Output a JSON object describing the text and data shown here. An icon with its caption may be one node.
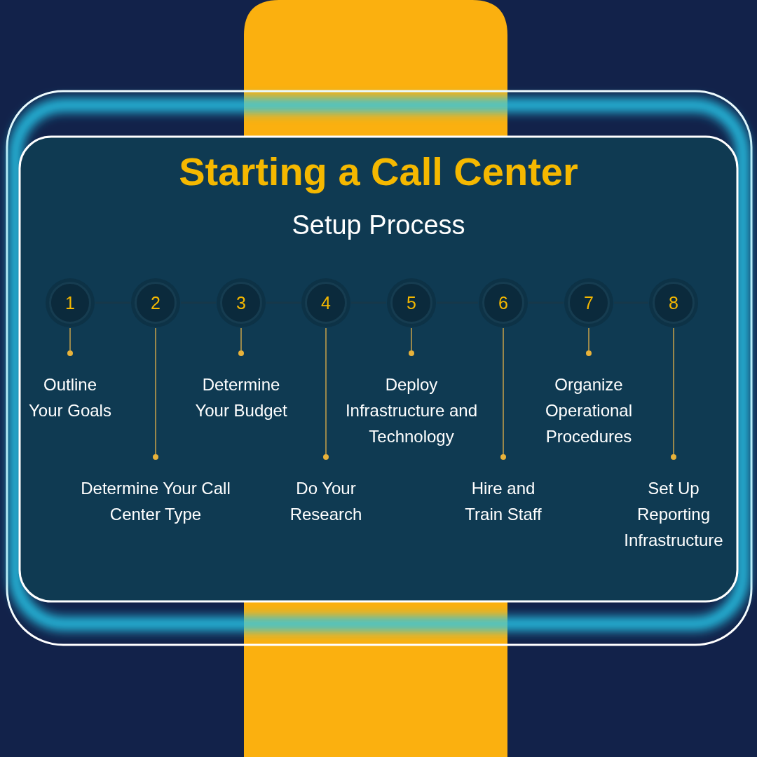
{
  "diagram": {
    "title": "Starting a Call Center",
    "nodes": [
      {
        "text": [
          "1"
        ]
      },
      {
        "text": [
          "2"
        ]
      },
      {
        "text": [
          "3"
        ]
      },
      {
        "text": [
          "4"
        ]
      },
      {
        "text": [
          "5"
        ]
      },
      {
        "text": [
          "6"
        ]
      },
      {
        "text": [
          "7"
        ]
      },
      {
        "text": [
          "8"
        ]
      },
      {
        "text": [
          "Outline Your Goals"
        ]
      },
      {
        "text": [
          "Determine Your Call Center Type"
        ]
      },
      {
        "text": [
          "Determine Your Budget"
        ]
      },
      {
        "text": [
          "Do Your Research"
        ]
      },
      {
        "text": [
          "Deploy Infrastructure and Technology"
        ]
      },
      {
        "text": [
          "Hire and Train Staff"
        ]
      },
      {
        "text": [
          "Organize Operational Procedures"
        ]
      },
      {
        "text": [
          "Set Up Reporting Infrastructure"
        ]
      }
    ],
    "edges": [
      {
        "from": 0,
        "to": 1,
        "arrow": "none",
        "color": "#16384a"
      },
      {
        "from": 1,
        "to": 2,
        "arrow": "none",
        "color": "#16384a"
      },
      {
        "from": 2,
        "to": 3,
        "arrow": "none",
        "color": "#16384a"
      },
      {
        "from": 3,
        "to": 4,
        "arrow": "none",
        "color": "#16384a"
      },
      {
        "from": 4,
        "to": 5,
        "arrow": "none",
        "color": "#16384a"
      },
      {
        "from": 5,
        "to": 6,
        "arrow": "none",
        "color": "#16384a"
      },
      {
        "from": 6,
        "to": 7,
        "arrow": "none",
        "color": "#16384a"
      },
      {
        "from": 0,
        "to": 8,
        "arrow": "other"
      },
      {
        "from": 1,
        "to": 9,
        "arrow": "other"
      },
      {
        "from": 2,
        "to": 10,
        "arrow": "other"
      },
      {
        "from": 3,
        "to": 11,
        "arrow": "other"
      },
      {
        "from": 4,
        "to": 12,
        "arrow": "other"
      },
      {
        "from": 5,
        "to": 13,
        "arrow": "other"
      },
      {
        "from": 6,
        "to": 14,
        "arrow": "other"
      },
      {
        "from": 7,
        "to": 15,
        "arrow": "other"
      }
    ],
    "labels": [
      "Setup Process"
    ]
  }
}
